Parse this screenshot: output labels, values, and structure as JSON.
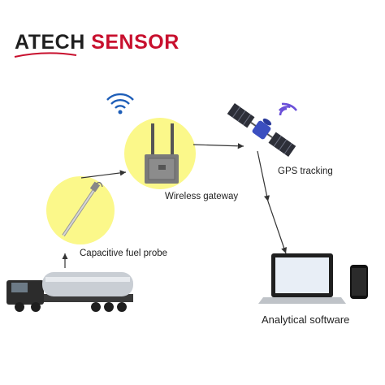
{
  "brand": {
    "part1": "ATECH ",
    "part2": "SENSOR"
  },
  "nodes": {
    "probe": "Capacitive fuel probe",
    "gateway": "Wireless gateway",
    "gps": "GPS tracking",
    "software": "Analytical software"
  },
  "colors": {
    "accent_red": "#c8102e",
    "circle_fill": "#fbf88a",
    "wifi_blue": "#1e5eb8",
    "satellite_blue": "#3b4fc0",
    "line": "#333333"
  }
}
